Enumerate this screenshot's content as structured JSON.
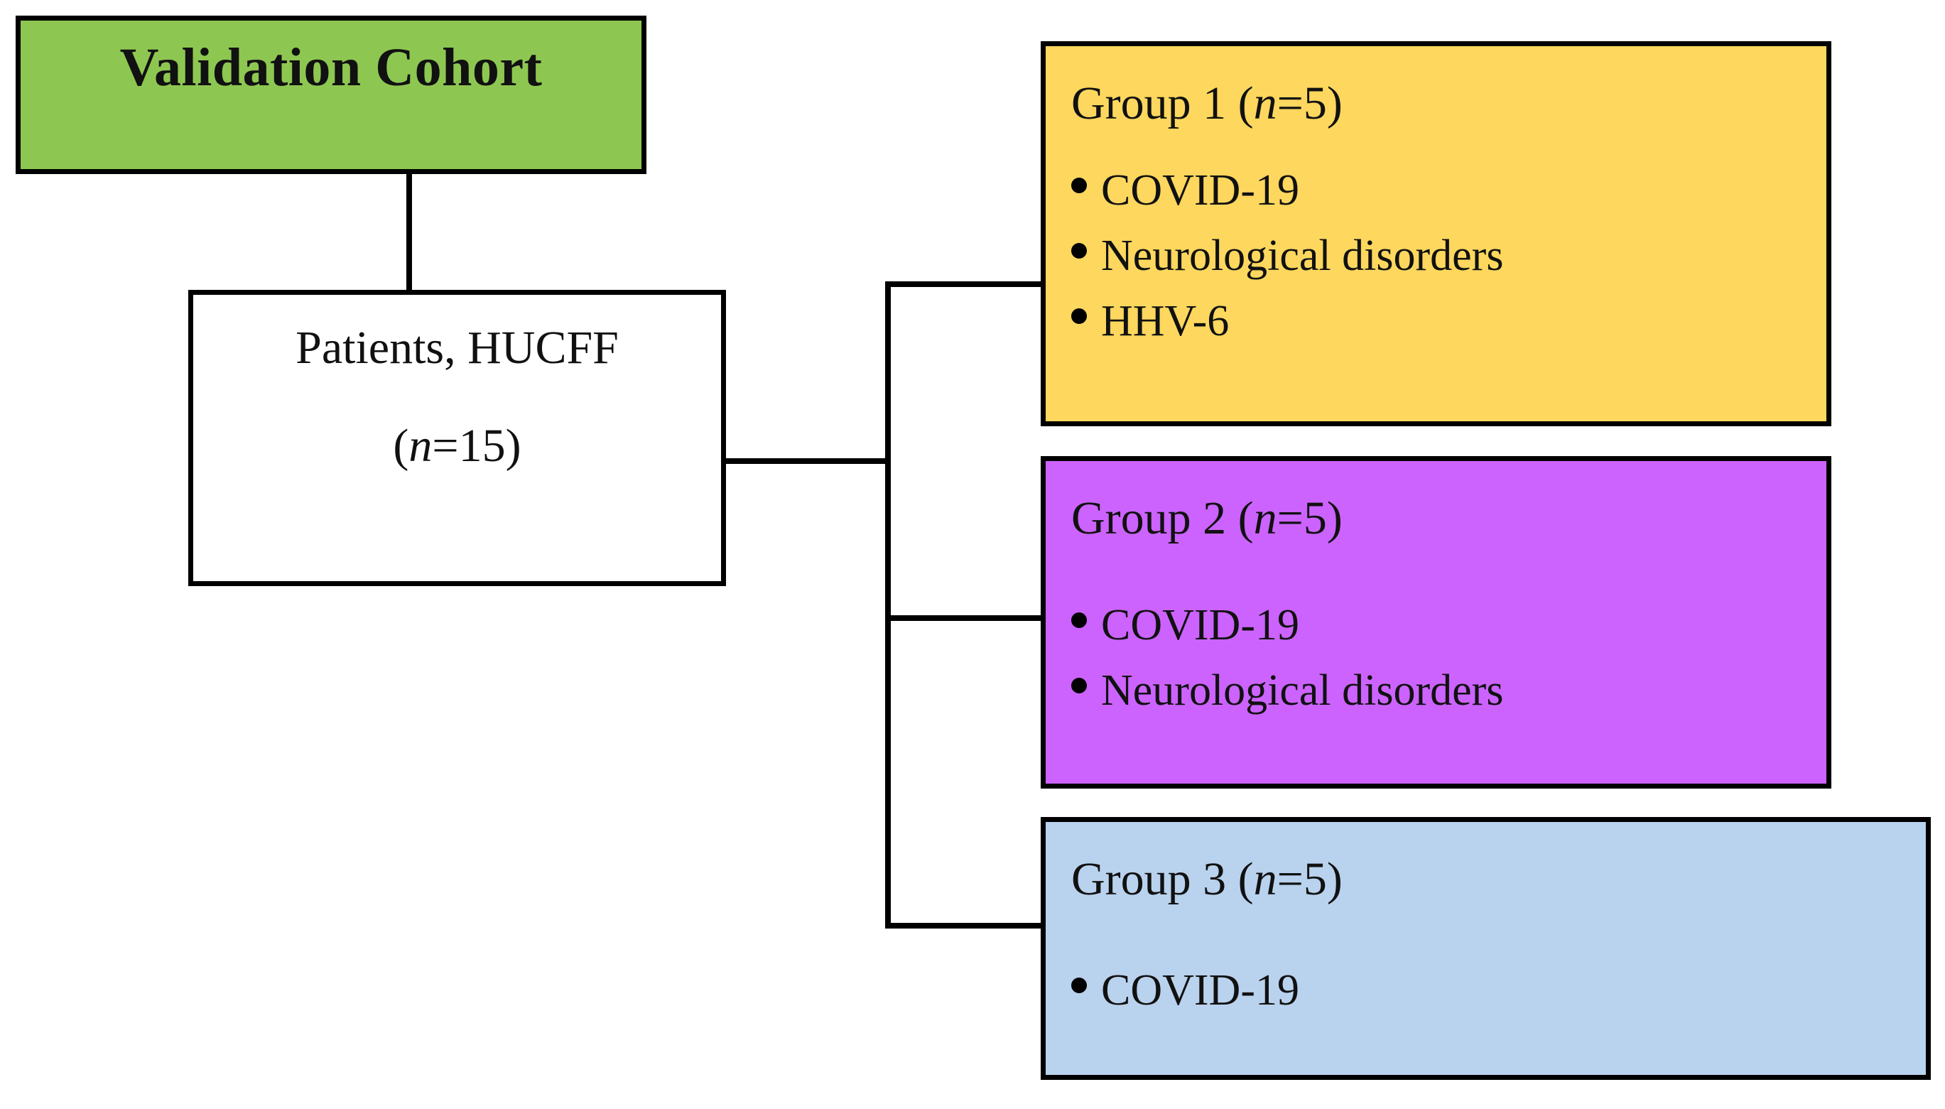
{
  "diagram": {
    "title": "Validation Cohort study-design flowchart",
    "colors": {
      "root_green": "#8DC751",
      "group1_yellow": "#FDD75E",
      "group2_purple": "#CC63FF",
      "group3_blue": "#B9D2EE",
      "border_black": "#000000",
      "background_white": "#FFFFFF"
    },
    "root": {
      "label": "Validation Cohort"
    },
    "patients": {
      "line1": "Patients, HUCFF",
      "n_open": "(",
      "n_symbol": "n",
      "n_value": "=15)"
    },
    "groups": [
      {
        "id": "group-1",
        "name": "Group 1",
        "n_open": "(",
        "n_symbol": "n",
        "n_value": "=5)",
        "color": "#FDD75E",
        "bullets": [
          "COVID-19",
          "Neurological disorders",
          "HHV-6"
        ]
      },
      {
        "id": "group-2",
        "name": "Group 2",
        "n_open": "(",
        "n_symbol": "n",
        "n_value": "=5)",
        "color": "#CC63FF",
        "bullets": [
          "COVID-19",
          "Neurological disorders"
        ]
      },
      {
        "id": "group-3",
        "name": "Group 3",
        "n_open": "(",
        "n_symbol": "n",
        "n_value": "=5)",
        "color": "#B9D2EE",
        "bullets": [
          "COVID-19"
        ]
      }
    ]
  }
}
